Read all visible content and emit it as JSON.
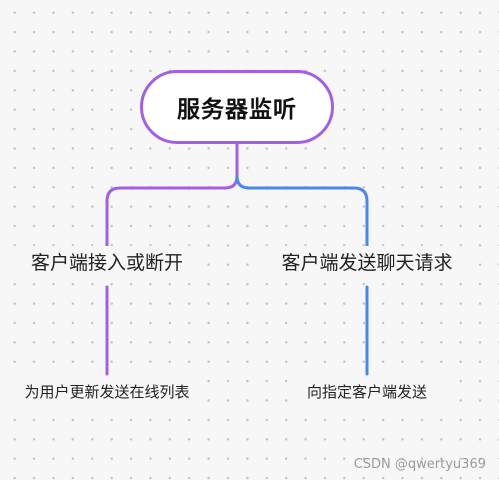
{
  "diagram": {
    "root": {
      "label": "服务器监听"
    },
    "branches": [
      {
        "label": "客户端接入或断开",
        "child": "为用户更新发送在线列表"
      },
      {
        "label": "客户端发送聊天请求",
        "child": "向指定客户端发送"
      }
    ]
  },
  "colors": {
    "left_branch": "#a35ee6",
    "right_branch": "#4a86f0"
  },
  "watermark": "CSDN @qwertyu369"
}
